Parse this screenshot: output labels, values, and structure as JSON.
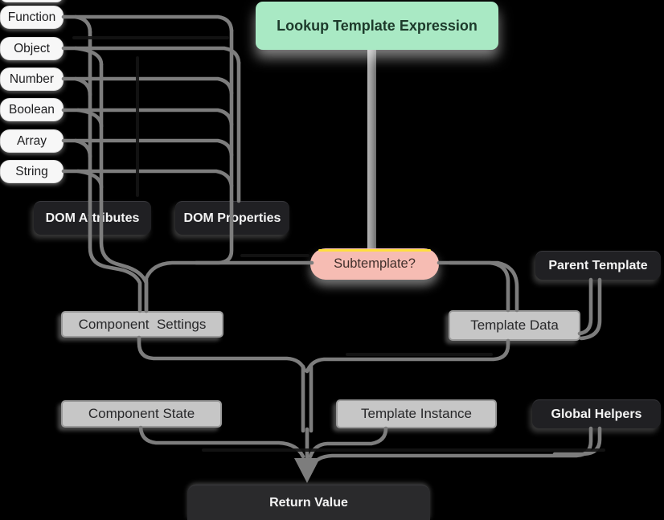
{
  "diagram_title": "Lookup Template Expression flowchart",
  "nodes": {
    "function": {
      "label": "Function",
      "kind": "type"
    },
    "object": {
      "label": "Object",
      "kind": "type"
    },
    "number": {
      "label": "Number",
      "kind": "type"
    },
    "boolean": {
      "label": "Boolean",
      "kind": "type"
    },
    "array": {
      "label": "Array",
      "kind": "type"
    },
    "string": {
      "label": "String",
      "kind": "type"
    },
    "lookup": {
      "label": "Lookup Template Expression",
      "kind": "start"
    },
    "dom_attributes": {
      "label": "DOM Attributes",
      "kind": "dark"
    },
    "dom_properties": {
      "label": "DOM Properties",
      "kind": "dark"
    },
    "subtemplate": {
      "label": "Subtemplate?",
      "kind": "decision"
    },
    "parent_template": {
      "label": "Parent Template",
      "kind": "dark"
    },
    "component_settings": {
      "label": "Component  Settings",
      "kind": "gray"
    },
    "template_data": {
      "label": "Template Data",
      "kind": "gray"
    },
    "component_state": {
      "label": "Component State",
      "kind": "gray"
    },
    "template_instance": {
      "label": "Template Instance",
      "kind": "gray"
    },
    "global_helpers": {
      "label": "Global Helpers",
      "kind": "dark"
    },
    "return_value": {
      "label": "Return Value",
      "kind": "dark"
    }
  },
  "edges": [
    {
      "from": "function",
      "to": "dom_attributes"
    },
    {
      "from": "function",
      "to": "dom_properties"
    },
    {
      "from": "object",
      "to": "dom_attributes"
    },
    {
      "from": "object",
      "to": "dom_properties"
    },
    {
      "from": "number",
      "to": "dom_attributes"
    },
    {
      "from": "number",
      "to": "dom_properties"
    },
    {
      "from": "boolean",
      "to": "dom_attributes"
    },
    {
      "from": "boolean",
      "to": "dom_properties"
    },
    {
      "from": "array",
      "to": "dom_attributes"
    },
    {
      "from": "array",
      "to": "dom_properties"
    },
    {
      "from": "string",
      "to": "dom_attributes"
    },
    {
      "from": "string",
      "to": "dom_properties"
    },
    {
      "from": "lookup",
      "to": "subtemplate"
    },
    {
      "from": "dom_attributes",
      "to": "component_settings"
    },
    {
      "from": "dom_properties",
      "to": "component_settings"
    },
    {
      "from": "subtemplate",
      "to": "component_settings"
    },
    {
      "from": "subtemplate",
      "to": "template_data"
    },
    {
      "from": "parent_template",
      "to": "template_data"
    },
    {
      "from": "component_settings",
      "to": "return_value"
    },
    {
      "from": "template_data",
      "to": "return_value"
    },
    {
      "from": "component_state",
      "to": "return_value"
    },
    {
      "from": "template_instance",
      "to": "return_value"
    },
    {
      "from": "global_helpers",
      "to": "return_value"
    }
  ],
  "colors": {
    "background": "#000000",
    "start_fill": "#a9e9c4",
    "start_text": "#1d3a2b",
    "decision_fill": "#f6bcb3",
    "decision_accent": "#ffdf3e",
    "dark_node_fill": "#202023",
    "gray_node_fill": "#c6c6c6",
    "type_node_fill": "#f7f7f7",
    "edge_stroke": "#7d7d7d"
  }
}
